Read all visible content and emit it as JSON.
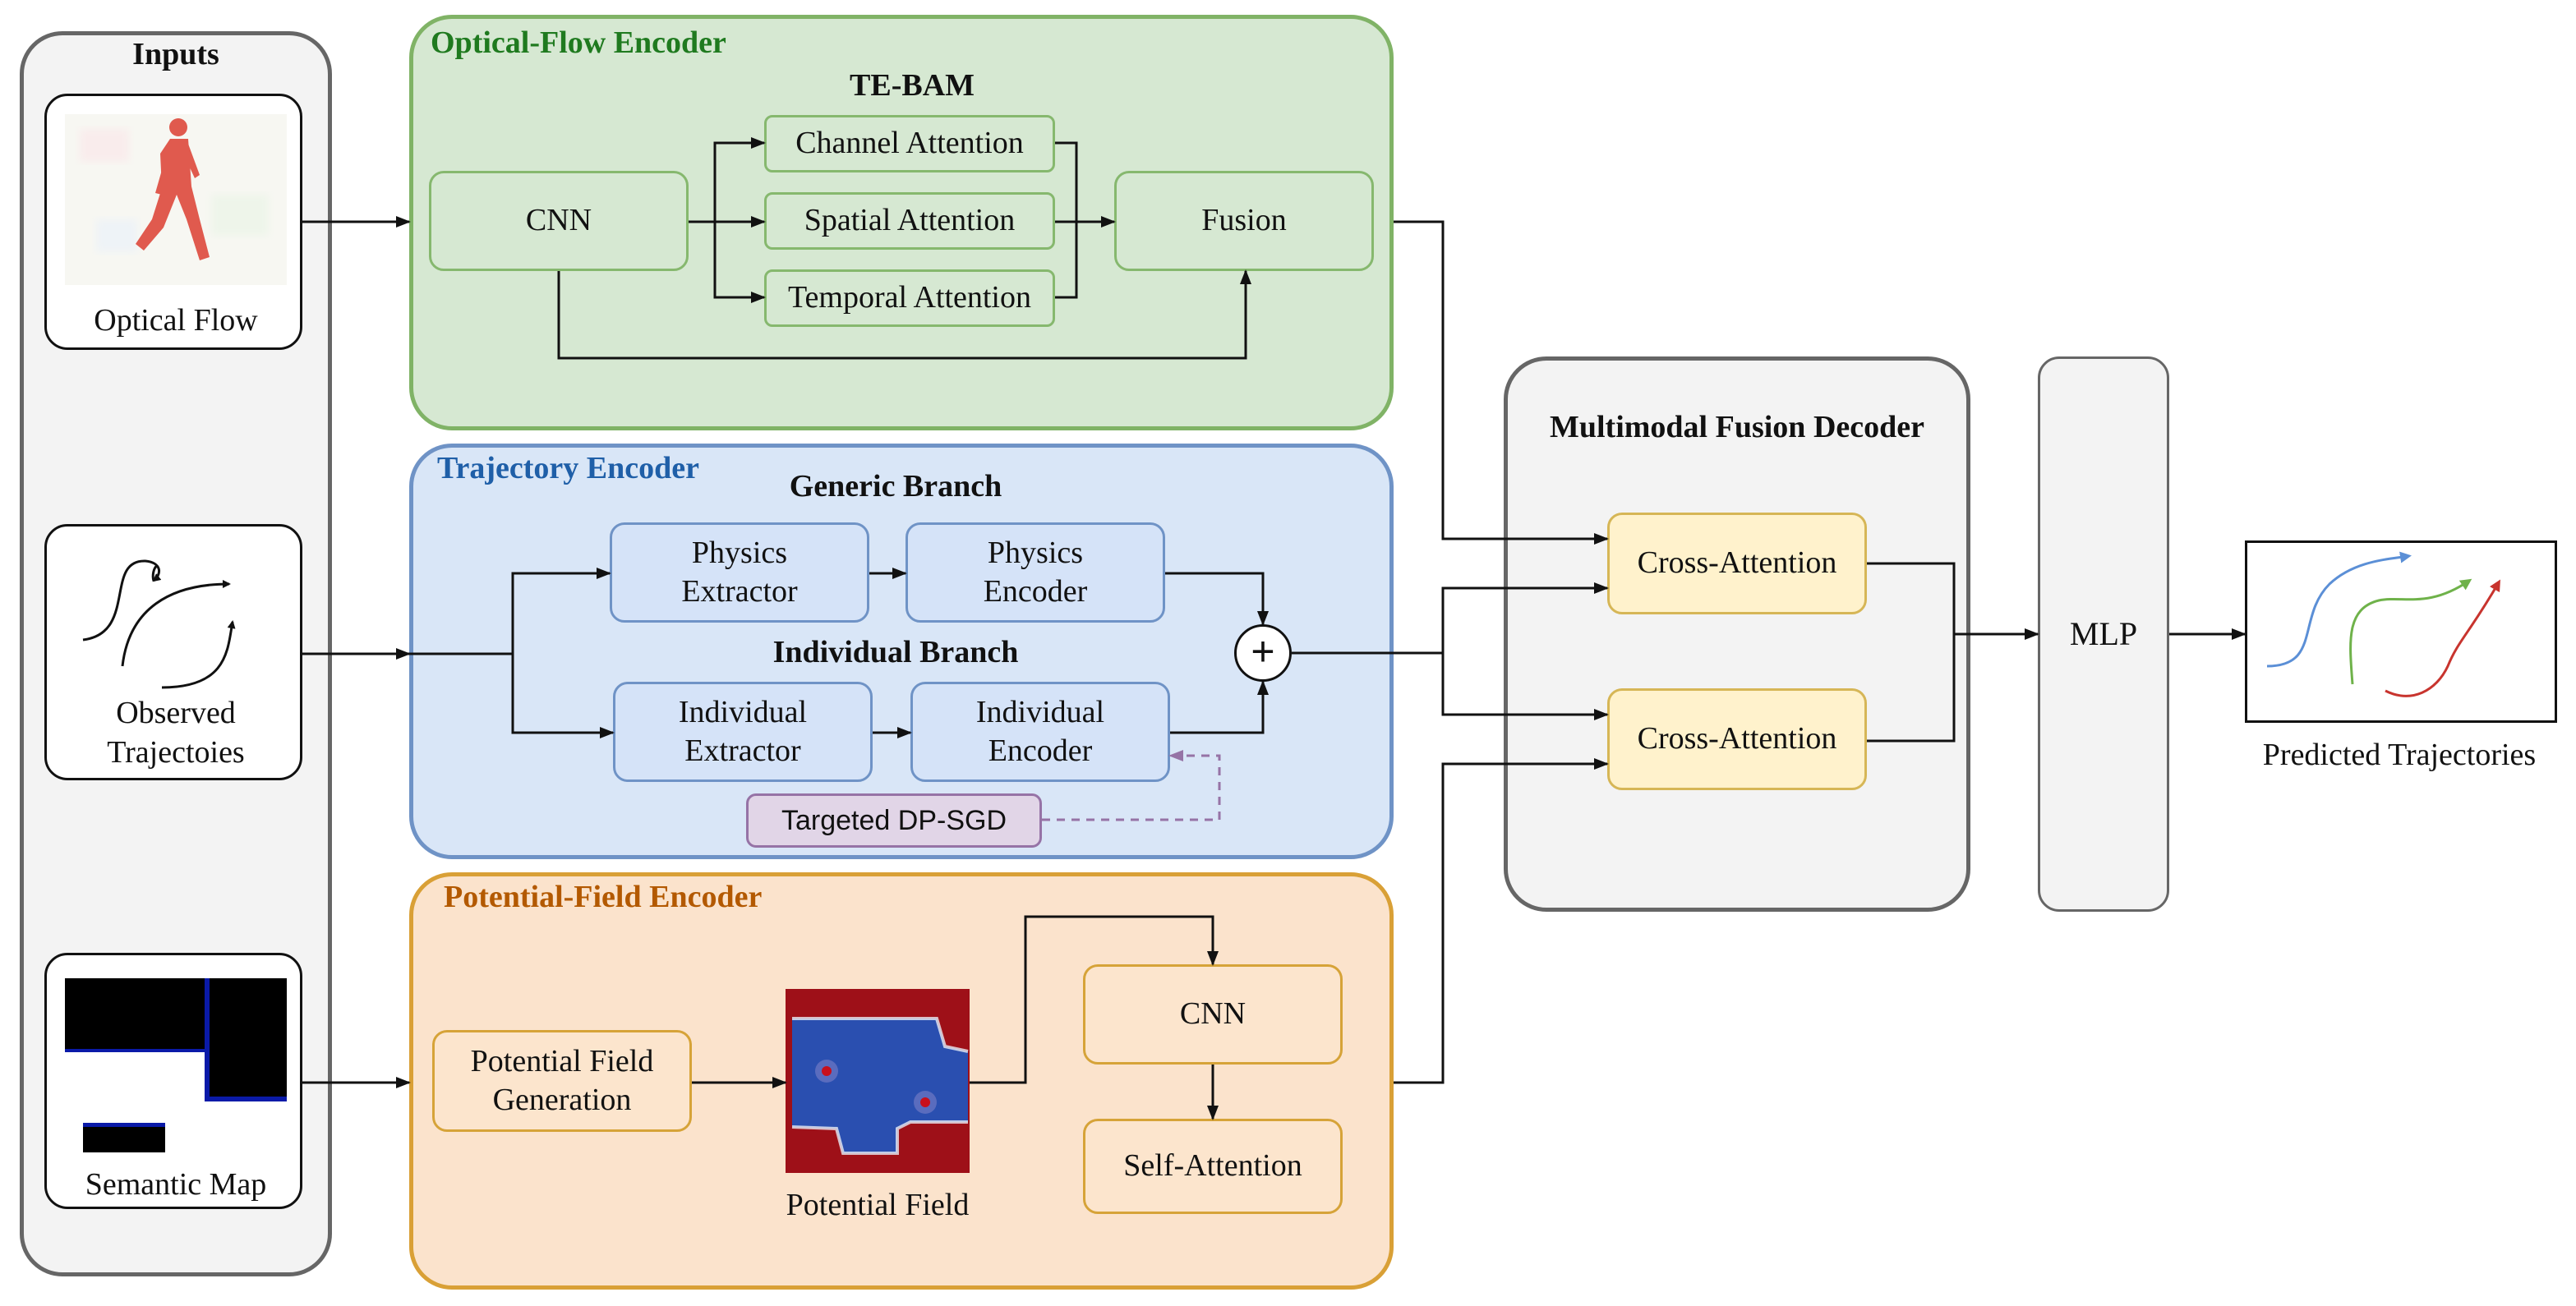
{
  "inputs": {
    "title": "Inputs",
    "optical_flow": "Optical Flow",
    "observed_trajectories": "Observed\nTrajectoies",
    "semantic_map": "Semantic Map"
  },
  "optical_flow_encoder": {
    "title": "Optical-Flow Encoder",
    "block_title": "TE-BAM",
    "cnn": "CNN",
    "channel_attention": "Channel Attention",
    "spatial_attention": "Spatial Attention",
    "temporal_attention": "Temporal Attention",
    "fusion": "Fusion"
  },
  "trajectory_encoder": {
    "title": "Trajectory Encoder",
    "generic_branch": "Generic Branch",
    "physics_extractor": "Physics\nExtractor",
    "physics_encoder": "Physics\nEncoder",
    "individual_branch": "Individual Branch",
    "individual_extractor": "Individual\nExtractor",
    "individual_encoder": "Individual\nEncoder",
    "targeted_dp_sgd": "Targeted DP-SGD",
    "sum_symbol": "+"
  },
  "potential_field_encoder": {
    "title": "Potential-Field Encoder",
    "generation": "Potential Field\nGeneration",
    "potential_field": "Potential Field",
    "cnn": "CNN",
    "self_attention": "Self-Attention"
  },
  "decoder": {
    "title": "Multimodal Fusion Decoder",
    "cross_attention_1": "Cross-Attention",
    "cross_attention_2": "Cross-Attention"
  },
  "mlp": "MLP",
  "output": {
    "label": "Predicted Trajectories"
  },
  "colors": {
    "green_title": "#1f7a1f",
    "blue_title": "#1f5fa8",
    "orange_title": "#b35900",
    "field_red": "#9e1018",
    "field_blue": "#2a4fb0"
  }
}
